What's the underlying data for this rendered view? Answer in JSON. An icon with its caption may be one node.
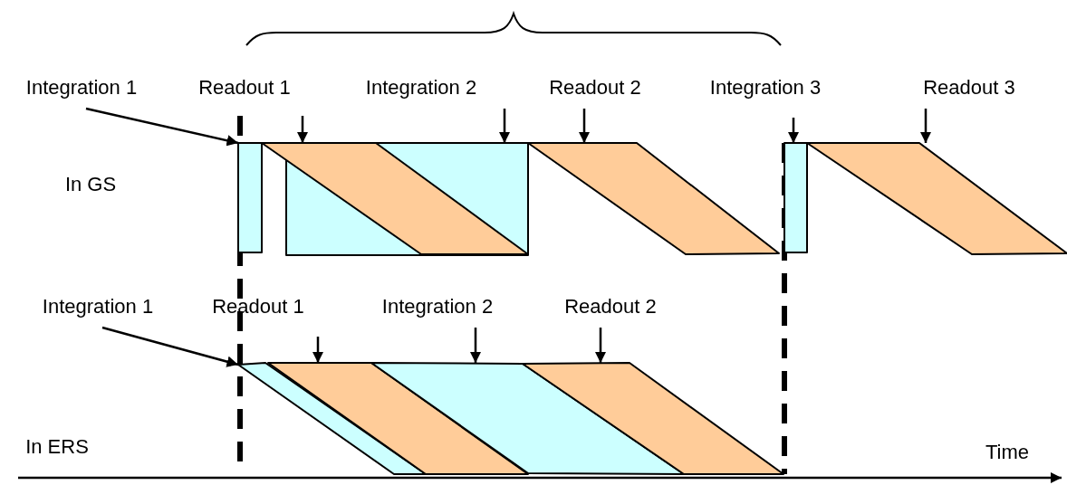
{
  "diagram": {
    "nodes": [
      {
        "text": [
          "Integration 1"
        ]
      },
      {
        "text": [
          "Readout 1"
        ]
      },
      {
        "text": [
          "Integration 2"
        ]
      },
      {
        "text": [
          "Readout 2"
        ]
      },
      {
        "text": [
          "Integration 3"
        ]
      },
      {
        "text": [
          "Readout 3"
        ]
      },
      {
        "text": [],
        "shape": "box"
      },
      {
        "text": [],
        "shape": "parallelogram"
      },
      {
        "text": [],
        "shape": "polygon"
      },
      {
        "text": [],
        "shape": "parallelogram"
      },
      {
        "text": [],
        "shape": "box"
      },
      {
        "text": [],
        "shape": "parallelogram"
      },
      {
        "text": [
          "Integration 1"
        ]
      },
      {
        "text": [
          "Readout 1"
        ]
      },
      {
        "text": [
          "Integration 2"
        ]
      },
      {
        "text": [
          "Readout 2"
        ]
      },
      {
        "text": [],
        "shape": "parallelogram"
      },
      {
        "text": [],
        "shape": "parallelogram"
      },
      {
        "text": [],
        "shape": "parallelogram"
      },
      {
        "text": [],
        "shape": "parallelogram"
      }
    ],
    "edges": [
      {
        "from": 0,
        "to": 6,
        "arrow": "to"
      },
      {
        "from": 1,
        "to": 7,
        "arrow": "to"
      },
      {
        "from": 2,
        "to": 8,
        "arrow": "to"
      },
      {
        "from": 3,
        "to": 9,
        "arrow": "to"
      },
      {
        "from": 4,
        "to": 10,
        "arrow": "to"
      },
      {
        "from": 5,
        "to": 11,
        "arrow": "to"
      },
      {
        "from": 12,
        "to": 16,
        "arrow": "to"
      },
      {
        "from": 13,
        "to": 17,
        "arrow": "to"
      },
      {
        "from": 14,
        "to": 18,
        "arrow": "to"
      },
      {
        "from": 15,
        "to": 19,
        "arrow": "to"
      }
    ],
    "labels": [
      "In GS",
      "In ERS",
      "Time"
    ]
  }
}
